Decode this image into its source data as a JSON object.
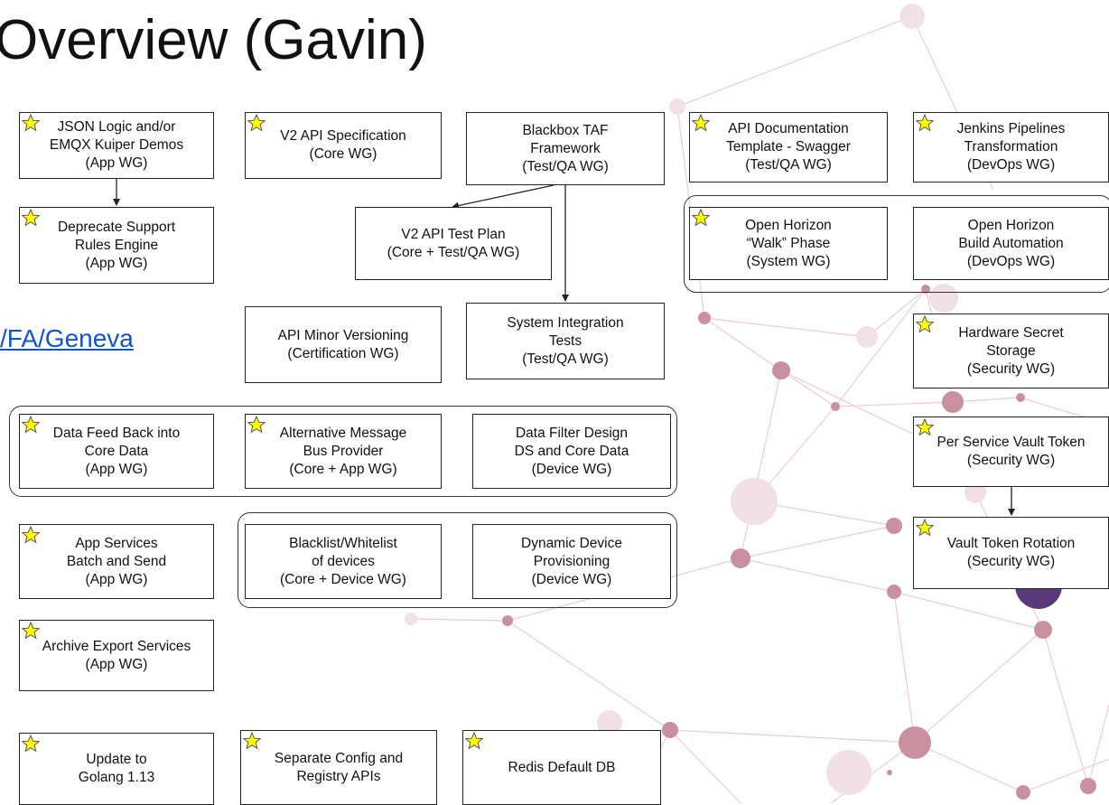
{
  "header": {
    "title": "Overview (Gavin)",
    "link_text": "/FA/Geneva"
  },
  "icons": {
    "star": "star-icon"
  },
  "colors": {
    "star_fill": "#ffff00",
    "star_stroke": "#555555",
    "link": "#1155cc",
    "network": "#c9909f"
  },
  "boxes": [
    {
      "id": "json_logic",
      "text": "JSON Logic and/or\nEMQX Kuiper Demos\n(App WG)",
      "star": true
    },
    {
      "id": "v2_spec",
      "text": "V2 API Specification\n(Core WG)",
      "star": true
    },
    {
      "id": "blackbox",
      "text": "Blackbox TAF\nFramework\n(Test/QA WG)",
      "star": false
    },
    {
      "id": "api_doc",
      "text": "API Documentation\nTemplate - Swagger\n(Test/QA WG)",
      "star": true
    },
    {
      "id": "jenkins",
      "text": "Jenkins Pipelines\nTransformation\n(DevOps WG)",
      "star": true
    },
    {
      "id": "deprecate",
      "text": "Deprecate Support\nRules Engine\n(App WG)",
      "star": true
    },
    {
      "id": "v2_test",
      "text": "V2 API Test Plan\n(Core + Test/QA WG)",
      "star": false
    },
    {
      "id": "oh_walk",
      "text": "Open Horizon\n“Walk” Phase\n(System WG)",
      "star": true
    },
    {
      "id": "oh_build",
      "text": "Open Horizon\nBuild Automation\n(DevOps WG)",
      "star": false
    },
    {
      "id": "api_minor",
      "text": "API Minor Versioning\n(Certification WG)",
      "star": false
    },
    {
      "id": "sys_int",
      "text": "System Integration\nTests\n(Test/QA WG)",
      "star": false
    },
    {
      "id": "hw_secret",
      "text": "Hardware Secret\nStorage\n(Security WG)",
      "star": true
    },
    {
      "id": "data_feed",
      "text": "Data Feed Back into\nCore Data\n(App WG)",
      "star": true
    },
    {
      "id": "alt_bus",
      "text": "Alternative Message\nBus Provider\n(Core + App WG)",
      "star": true
    },
    {
      "id": "data_filter",
      "text": "Data Filter Design\nDS and Core Data\n(Device WG)",
      "star": false
    },
    {
      "id": "per_service",
      "text": "Per Service Vault Token\n(Security WG)",
      "star": true
    },
    {
      "id": "app_batch",
      "text": "App Services\nBatch and Send\n(App WG)",
      "star": true
    },
    {
      "id": "blacklist",
      "text": "Blacklist/Whitelist\nof devices\n(Core + Device WG)",
      "star": false
    },
    {
      "id": "dyn_prov",
      "text": "Dynamic Device\nProvisioning\n(Device WG)",
      "star": false
    },
    {
      "id": "vault_rot",
      "text": "Vault Token Rotation\n(Security WG)",
      "star": true
    },
    {
      "id": "archive",
      "text": "Archive Export Services\n(App WG)",
      "star": true
    },
    {
      "id": "golang",
      "text": "Update to\nGolang 1.13",
      "star": true
    },
    {
      "id": "sep_config",
      "text": "Separate Config and\nRegistry APIs",
      "star": true
    },
    {
      "id": "redis",
      "text": "Redis Default DB",
      "star": true
    }
  ]
}
